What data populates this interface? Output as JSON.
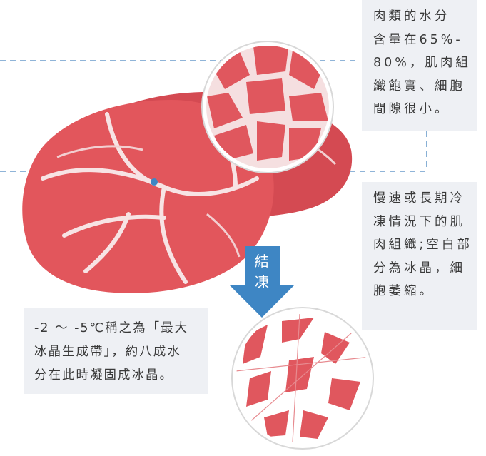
{
  "annotations": {
    "fresh": {
      "lines": [
        "肉類的水分",
        "含量在65%-",
        "80%，肌肉組",
        "織飽實、細胞",
        "間隙很小。"
      ]
    },
    "frozen": {
      "lines": [
        "慢速或長期冷",
        "凍情況下的肌",
        "肉組織;空白部",
        "分為冰晶，細",
        "胞萎縮。"
      ]
    },
    "zone": {
      "lines": [
        "-2 ～ -5℃稱之為「最大",
        "冰晶生成帶」，約八成水",
        "分在此時凝固成冰晶。"
      ]
    }
  },
  "arrow": {
    "label_chars": [
      "結",
      "凍"
    ]
  },
  "colors": {
    "meat": "#e2565c",
    "meat_dark": "#c8363f",
    "fat": "#f7e3e4",
    "arrow": "#3e86c4",
    "dash": "#6a9ccb",
    "box_bg": "#eef0f4"
  }
}
